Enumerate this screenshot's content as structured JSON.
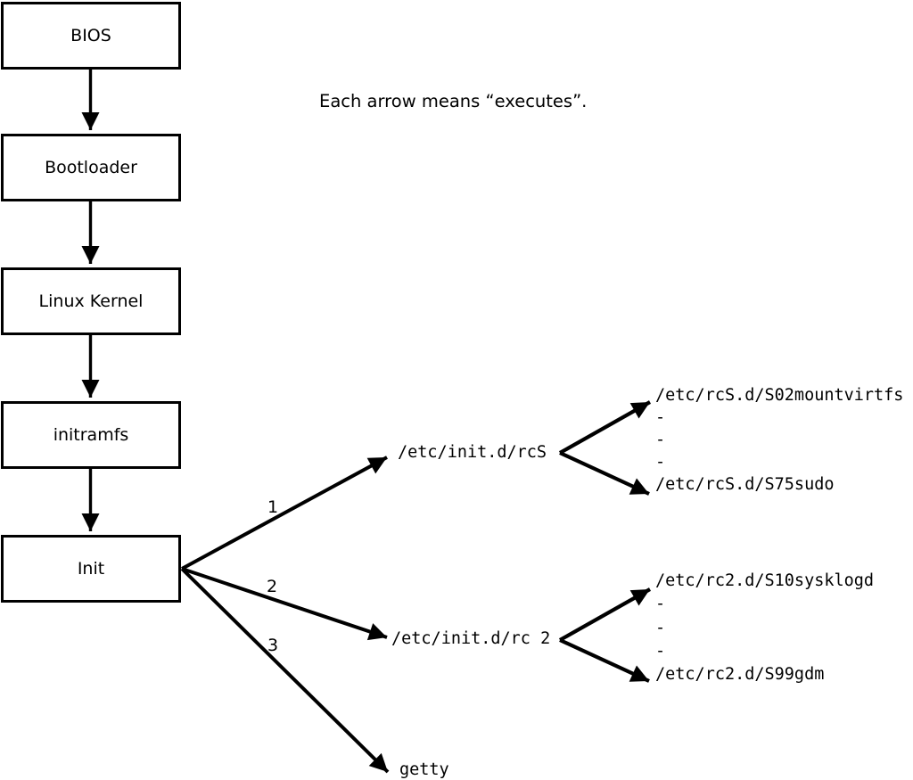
{
  "diagram": {
    "caption": "Each arrow means “executes”.",
    "chain": [
      {
        "label": "BIOS"
      },
      {
        "label": "Bootloader"
      },
      {
        "label": "Linux Kernel"
      },
      {
        "label": "initramfs"
      },
      {
        "label": "Init"
      }
    ],
    "branches": [
      {
        "number": "1",
        "target": "/etc/init.d/rcS",
        "children": [
          "/etc/rcS.d/S02mountvirtfs",
          "-",
          "-",
          "-",
          "/etc/rcS.d/S75sudo"
        ]
      },
      {
        "number": "2",
        "target": "/etc/init.d/rc 2",
        "children": [
          "/etc/rc2.d/S10sysklogd",
          "-",
          "-",
          "-",
          "/etc/rc2.d/S99gdm"
        ]
      },
      {
        "number": "3",
        "target": "getty",
        "children": []
      }
    ],
    "colors": {
      "line": "#000000",
      "background": "#ffffff"
    }
  }
}
